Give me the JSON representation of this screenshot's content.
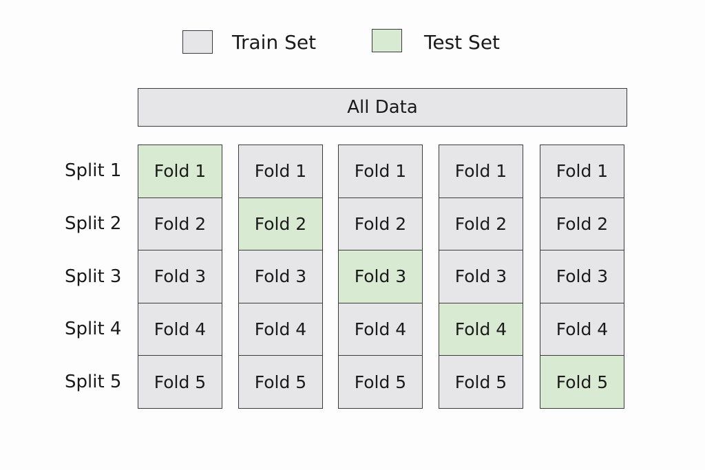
{
  "colors": {
    "train": "#e6e6e8",
    "test": "#d9ead3",
    "border": "#3a3a3a"
  },
  "legend": {
    "train_label": "Train Set",
    "test_label": "Test Set"
  },
  "all_data_label": "All Data",
  "splits": [
    "Split 1",
    "Split 2",
    "Split 3",
    "Split 4",
    "Split 5"
  ],
  "folds": [
    "Fold 1",
    "Fold 2",
    "Fold 3",
    "Fold 4",
    "Fold 5"
  ],
  "columns": [
    {
      "test_fold_index": 0
    },
    {
      "test_fold_index": 1
    },
    {
      "test_fold_index": 2
    },
    {
      "test_fold_index": 3
    },
    {
      "test_fold_index": 4
    }
  ]
}
